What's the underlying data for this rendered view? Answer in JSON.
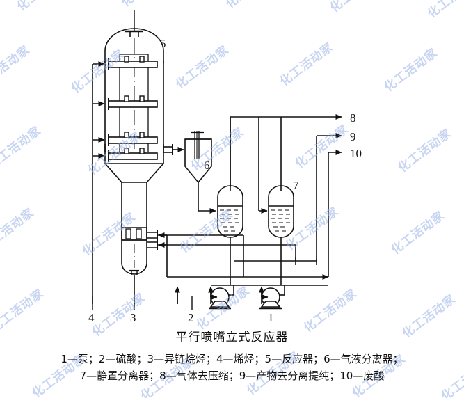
{
  "figure": {
    "title": "平行喷嘴立式反应器",
    "legend_line_1": "1—泵；2—硫酸；3—异链烷烃；4—烯烃；5—反应器；6—气液分离器；",
    "legend_line_2": "7—静置分离器；8—气体去压缩；9—产物去分离提纯；10—废酸",
    "watermark_text": "化工活动家",
    "accent_color": "#9bb4e8",
    "line_color": "#111111"
  },
  "callouts": {
    "reactor": "5",
    "gas_liquid_separator": "6",
    "settling_separator": "7",
    "gas_to_compression": "8",
    "product_to_purification": "9",
    "spent_acid": "10",
    "olefin_feed": "4",
    "isoparaffin_feed": "3",
    "sulfuric_acid_feed": "2",
    "pump": "1"
  },
  "equipment": [
    {
      "tag": "5",
      "name": "反应器",
      "role": "vertical reactor with parallel nozzles"
    },
    {
      "tag": "6",
      "name": "气液分离器",
      "role": "gas-liquid separator"
    },
    {
      "tag": "7",
      "name": "静置分离器",
      "role": "settling separator drum"
    },
    {
      "tag": "1",
      "name": "泵",
      "role": "centrifugal pump"
    }
  ],
  "streams": [
    {
      "tag": "2",
      "name": "硫酸"
    },
    {
      "tag": "3",
      "name": "异链烷烃"
    },
    {
      "tag": "4",
      "name": "烯烃"
    },
    {
      "tag": "8",
      "name": "气体去压缩"
    },
    {
      "tag": "9",
      "name": "产物去分离提纯"
    },
    {
      "tag": "10",
      "name": "废酸"
    }
  ]
}
